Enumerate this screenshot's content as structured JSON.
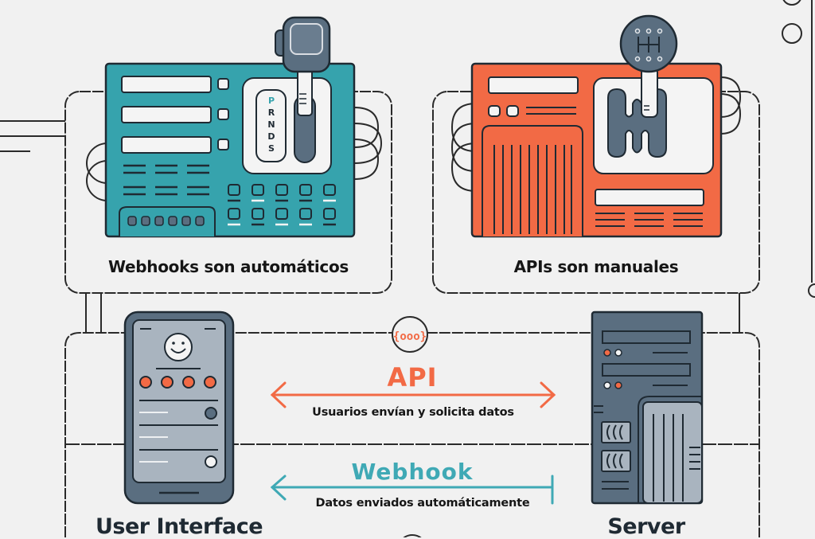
{
  "colors": {
    "background": "#f1f1f1",
    "teal": "#36a3ad",
    "orange": "#f26a45",
    "slate": "#5a6e80",
    "slate_light": "#a9b4bf",
    "ink": "#161616",
    "panel": "#f1f1f1"
  },
  "top_left_panel": {
    "caption": "Webhooks son automáticos",
    "shifter_type": "automatic",
    "gear_letters": [
      "P",
      "R",
      "N",
      "D",
      "S"
    ],
    "active_gear": "P"
  },
  "top_right_panel": {
    "caption": "APIs son manuales",
    "shifter_type": "manual"
  },
  "connector_icon": "curly-braces-dots-icon",
  "api_flow": {
    "title": "API",
    "description": "Usuarios envían y solicita datos",
    "direction": "bidirectional"
  },
  "webhook_flow": {
    "title": "Webhook",
    "description": "Datos enviados automáticamente",
    "direction": "server-to-ui"
  },
  "user_interface": {
    "label": "User Interface",
    "icon": "smiley-face-icon"
  },
  "server": {
    "label": "Server"
  }
}
